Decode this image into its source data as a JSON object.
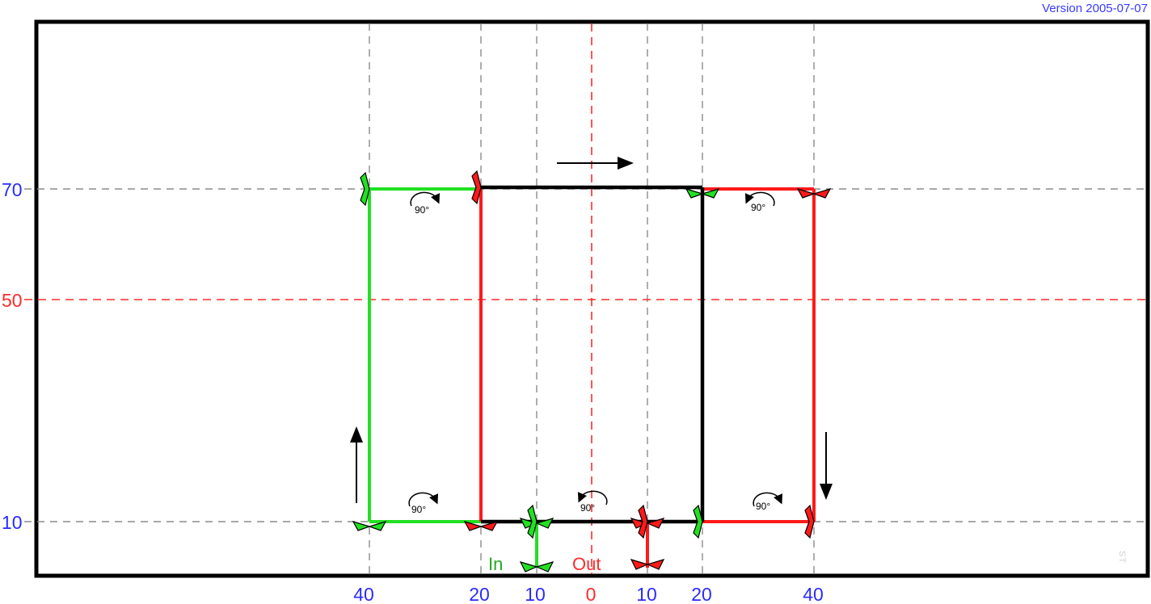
{
  "version_label": "Version 2005-07-07",
  "corner_mark": "ST",
  "x_ticks": [
    {
      "label": "40",
      "color": "#2b2bff"
    },
    {
      "label": "20",
      "color": "#2b2bff"
    },
    {
      "label": "10",
      "color": "#2b2bff"
    },
    {
      "label": "0",
      "color": "#ff2b2b"
    },
    {
      "label": "10",
      "color": "#2b2bff"
    },
    {
      "label": "20",
      "color": "#2b2bff"
    },
    {
      "label": "40",
      "color": "#2b2bff"
    }
  ],
  "y_ticks": [
    {
      "label": "70",
      "color": "#2b2bff"
    },
    {
      "label": "50",
      "color": "#ff2b2b"
    },
    {
      "label": "10",
      "color": "#2b2bff"
    }
  ],
  "in_label": "In",
  "out_label": "Out",
  "rotation_label": "90°",
  "colors": {
    "entry": "#22e022",
    "exit": "#ff1a1a",
    "path": "#000000",
    "axis_label": "#2b2bff",
    "centerline": "#ff2b2b",
    "grid": "#8c8c8c"
  },
  "icons": [
    "flow-arrow-right-icon",
    "flow-arrow-up-icon",
    "flow-arrow-down-icon",
    "rotate-90-icon",
    "bow-tie-marker-icon"
  ]
}
